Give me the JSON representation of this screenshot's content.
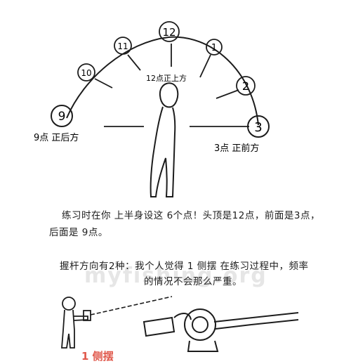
{
  "clock": {
    "positions": [
      {
        "label": "9"
      },
      {
        "label": "10"
      },
      {
        "label": "11"
      },
      {
        "label": "12"
      },
      {
        "label": "1"
      },
      {
        "label": "2"
      },
      {
        "label": "3"
      }
    ],
    "label_9": "9点 正后方",
    "label_12": "12点正上方",
    "label_3": "3点 正前方"
  },
  "paragraph1": {
    "line1": "练习时在你 上半身设这 6个点！头顶是12点，前面是3点，",
    "line2": "后面是 9点。"
  },
  "paragraph2": {
    "line1": "握杆方向有2种：我个人觉得 1 侧摆 在练习过程中，频率",
    "line2": "的情况不会那么严重。"
  },
  "watermark": "myfishing.org",
  "caption": "1 侧摆",
  "colors": {
    "ink": "#1c1c1c",
    "caption": "#e0584b"
  }
}
